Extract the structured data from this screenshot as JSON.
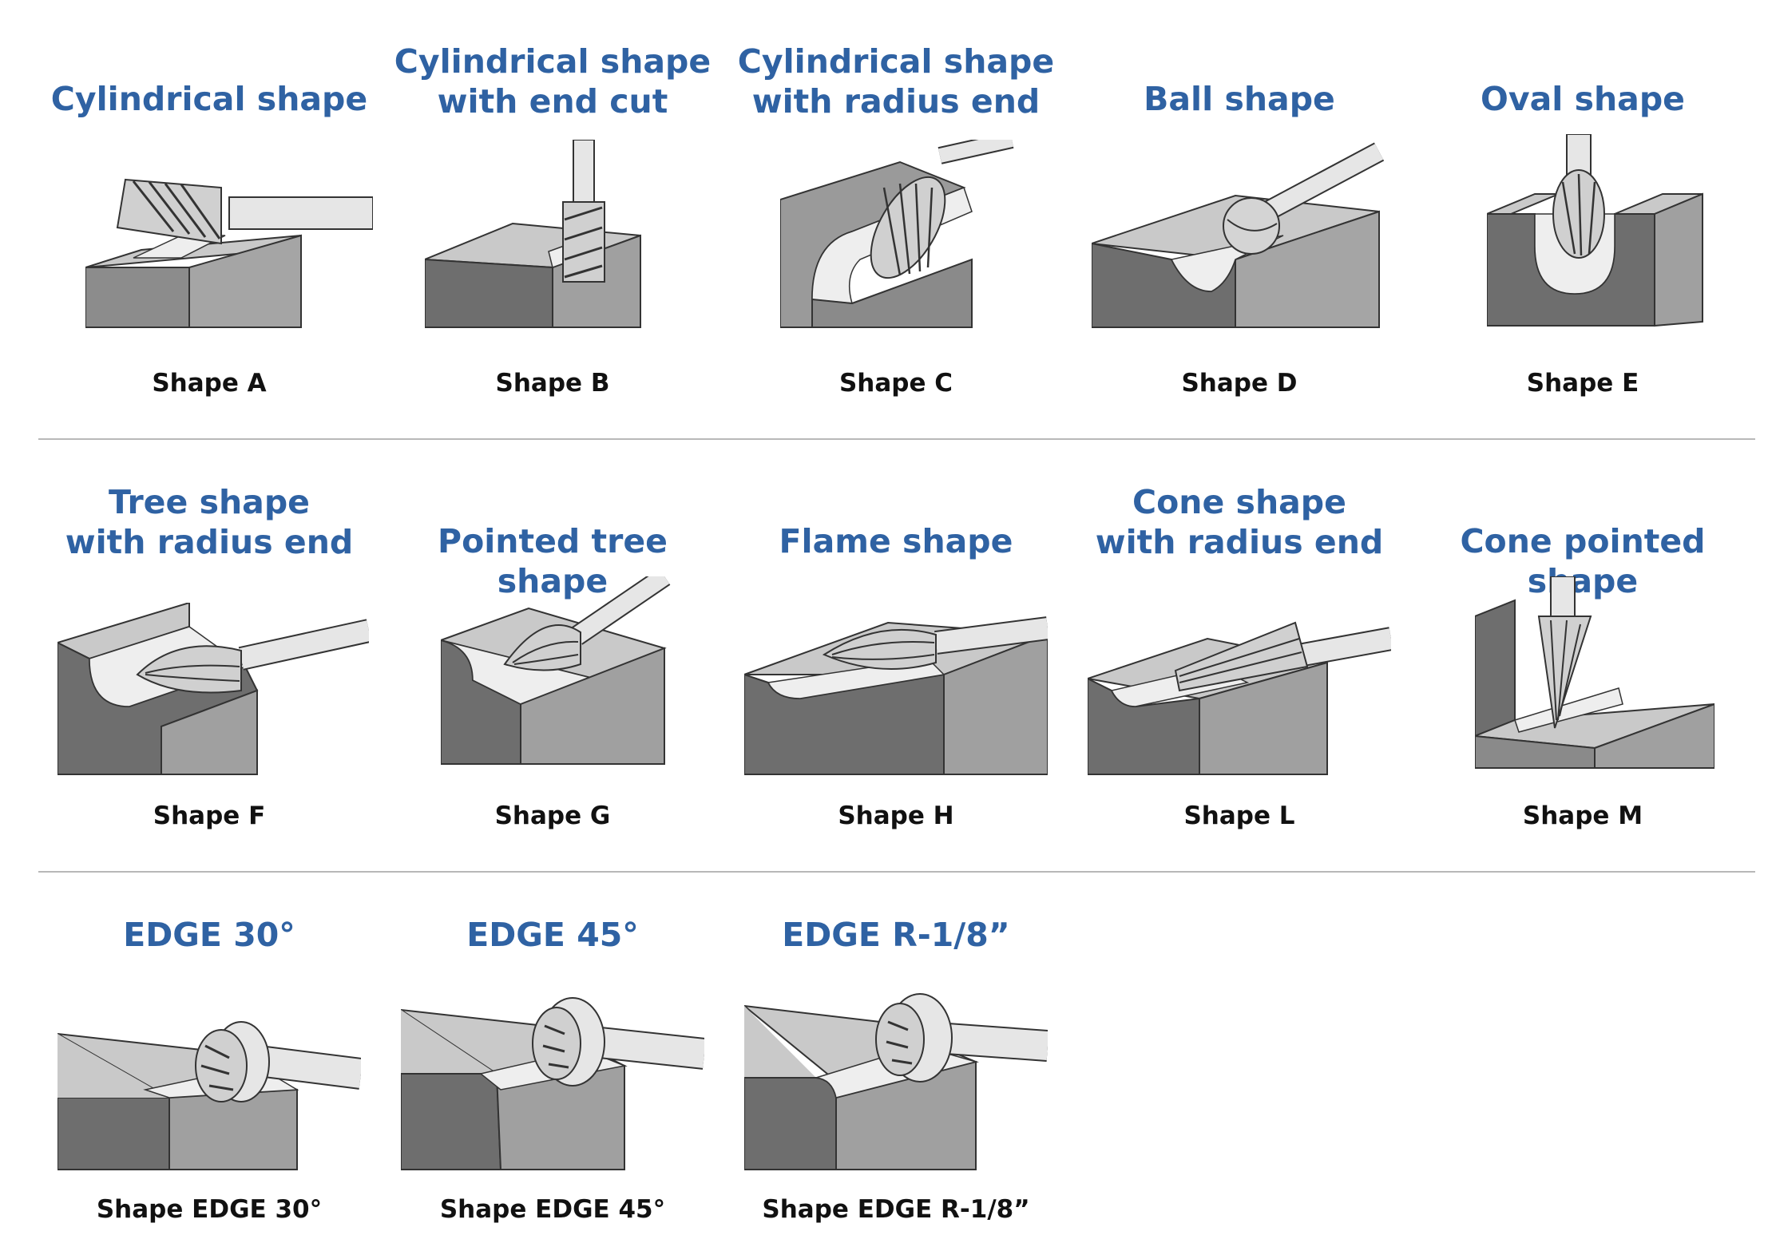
{
  "rows": [
    [
      {
        "title": "Cylindrical shape",
        "caption": "Shape A"
      },
      {
        "title": "Cylindrical shape\nwith end cut",
        "caption": "Shape B"
      },
      {
        "title": "Cylindrical shape\nwith radius end",
        "caption": "Shape C"
      },
      {
        "title": "Ball shape",
        "caption": "Shape D"
      },
      {
        "title": "Oval shape",
        "caption": "Shape E"
      }
    ],
    [
      {
        "title": "Tree shape\nwith radius end",
        "caption": "Shape F"
      },
      {
        "title": "Pointed tree shape",
        "caption": "Shape G"
      },
      {
        "title": "Flame shape",
        "caption": "Shape H"
      },
      {
        "title": "Cone shape\nwith radius end",
        "caption": "Shape L"
      },
      {
        "title": "Cone pointed shape",
        "caption": "Shape M"
      }
    ],
    [
      {
        "title": "EDGE 30°",
        "caption": "Shape EDGE 30°"
      },
      {
        "title": "EDGE 45°",
        "caption": "Shape EDGE 45°"
      },
      {
        "title": "EDGE R-1/8”",
        "caption": "Shape EDGE R-1/8”"
      }
    ]
  ],
  "colors": {
    "title": "#2f62a3",
    "caption": "#111111",
    "block_dark": "#6e6e6e",
    "block_mid": "#9a9a9a",
    "block_top": "#c9c9c9",
    "metal": "#e6e6e6"
  }
}
